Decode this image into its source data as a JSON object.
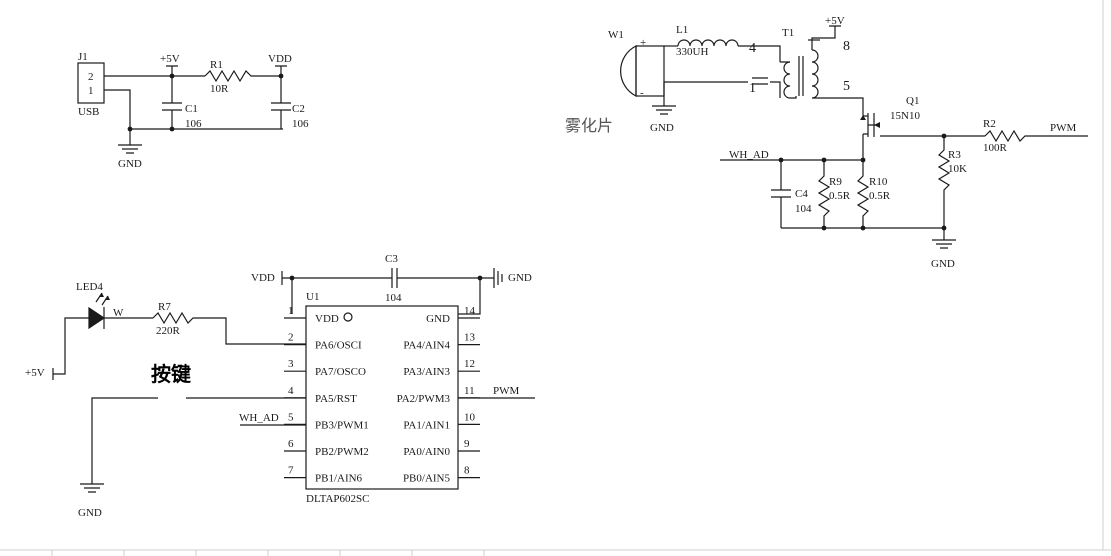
{
  "connector": {
    "ref": "J1",
    "pin2": "2",
    "pin1": "1",
    "name": "USB"
  },
  "power": {
    "p5v": "+5V",
    "vdd": "VDD",
    "gnd": "GND",
    "p5v_neg": "+5V"
  },
  "r1": {
    "ref": "R1",
    "value": "10R"
  },
  "c1": {
    "ref": "C1",
    "value": "106"
  },
  "c2": {
    "ref": "C2",
    "value": "106"
  },
  "atomizer": {
    "w1": "W1",
    "plus": "+",
    "minus": "-",
    "label": "雾化片",
    "l1_ref": "L1",
    "l1_val": "330UH",
    "t1_ref": "T1",
    "t1_pin4": "4",
    "t1_pin1": "1",
    "t1_pin8": "8",
    "t1_pin5": "5",
    "q1_ref": "Q1",
    "q1_val": "15N10",
    "r2_ref": "R2",
    "r2_val": "100R",
    "pwm": "PWM",
    "r3_ref": "R3",
    "r3_val": "10K",
    "wh_ad": "WH_AD",
    "c4_ref": "C4",
    "c4_val": "104",
    "r9_ref": "R9",
    "r9_val": "0.5R",
    "r10_ref": "R10",
    "r10_val": "0.5R"
  },
  "mcu": {
    "c3_ref": "C3",
    "c3_val": "104",
    "u1_ref": "U1",
    "part": "DLTAP602SC",
    "pins_left": [
      {
        "num": "1",
        "name": "VDD"
      },
      {
        "num": "2",
        "name": "PA6/OSCI"
      },
      {
        "num": "3",
        "name": "PA7/OSCO"
      },
      {
        "num": "4",
        "name": "PA5/RST"
      },
      {
        "num": "5",
        "name": "PB3/PWM1"
      },
      {
        "num": "6",
        "name": "PB2/PWM2"
      },
      {
        "num": "7",
        "name": "PB1/AIN6"
      }
    ],
    "pins_right": [
      {
        "num": "14",
        "name": "GND"
      },
      {
        "num": "13",
        "name": "PA4/AIN4"
      },
      {
        "num": "12",
        "name": "PA3/AIN3"
      },
      {
        "num": "11",
        "name": "PA2/PWM3"
      },
      {
        "num": "10",
        "name": "PA1/AIN1"
      },
      {
        "num": "9",
        "name": "PA0/AIN0"
      },
      {
        "num": "8",
        "name": "PB0/AIN5"
      }
    ],
    "net_pwm": "PWM",
    "net_wh_ad": "WH_AD",
    "led_ref": "LED4",
    "led_net": "W",
    "r7_ref": "R7",
    "r7_val": "220R",
    "button_label": "按键"
  }
}
